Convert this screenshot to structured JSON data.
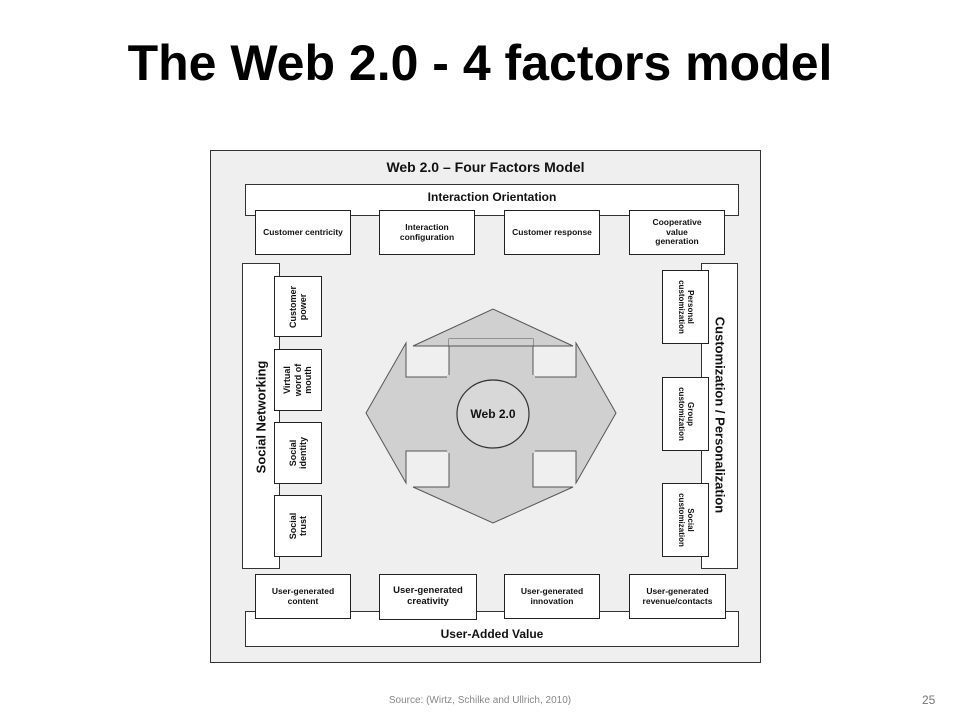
{
  "slide": {
    "title": "The Web 2.0 - 4 factors model",
    "source": "Source: (Wirtz, Schilke and Ullrich, 2010)",
    "page_number": "25"
  },
  "diagram": {
    "title": "Web 2.0 – Four Factors Model",
    "center": "Web 2.0",
    "top": {
      "label": "Interaction Orientation",
      "boxes": [
        "Customer centricity",
        "Interaction configuration",
        "Customer response",
        "Cooperative value generation"
      ]
    },
    "left": {
      "label": "Social Networking",
      "boxes": [
        "Customer power",
        "Virtual word of mouth",
        "Social identity",
        "Social trust"
      ]
    },
    "right": {
      "label": "Customization / Personalization",
      "boxes": [
        "Personal customization",
        "Group customization",
        "Social customization"
      ]
    },
    "bottom": {
      "label": "User-Added Value",
      "boxes": [
        "User-generated content",
        "User-generated creativity",
        "User-generated innovation",
        "User-generated revenue/contacts"
      ]
    }
  }
}
